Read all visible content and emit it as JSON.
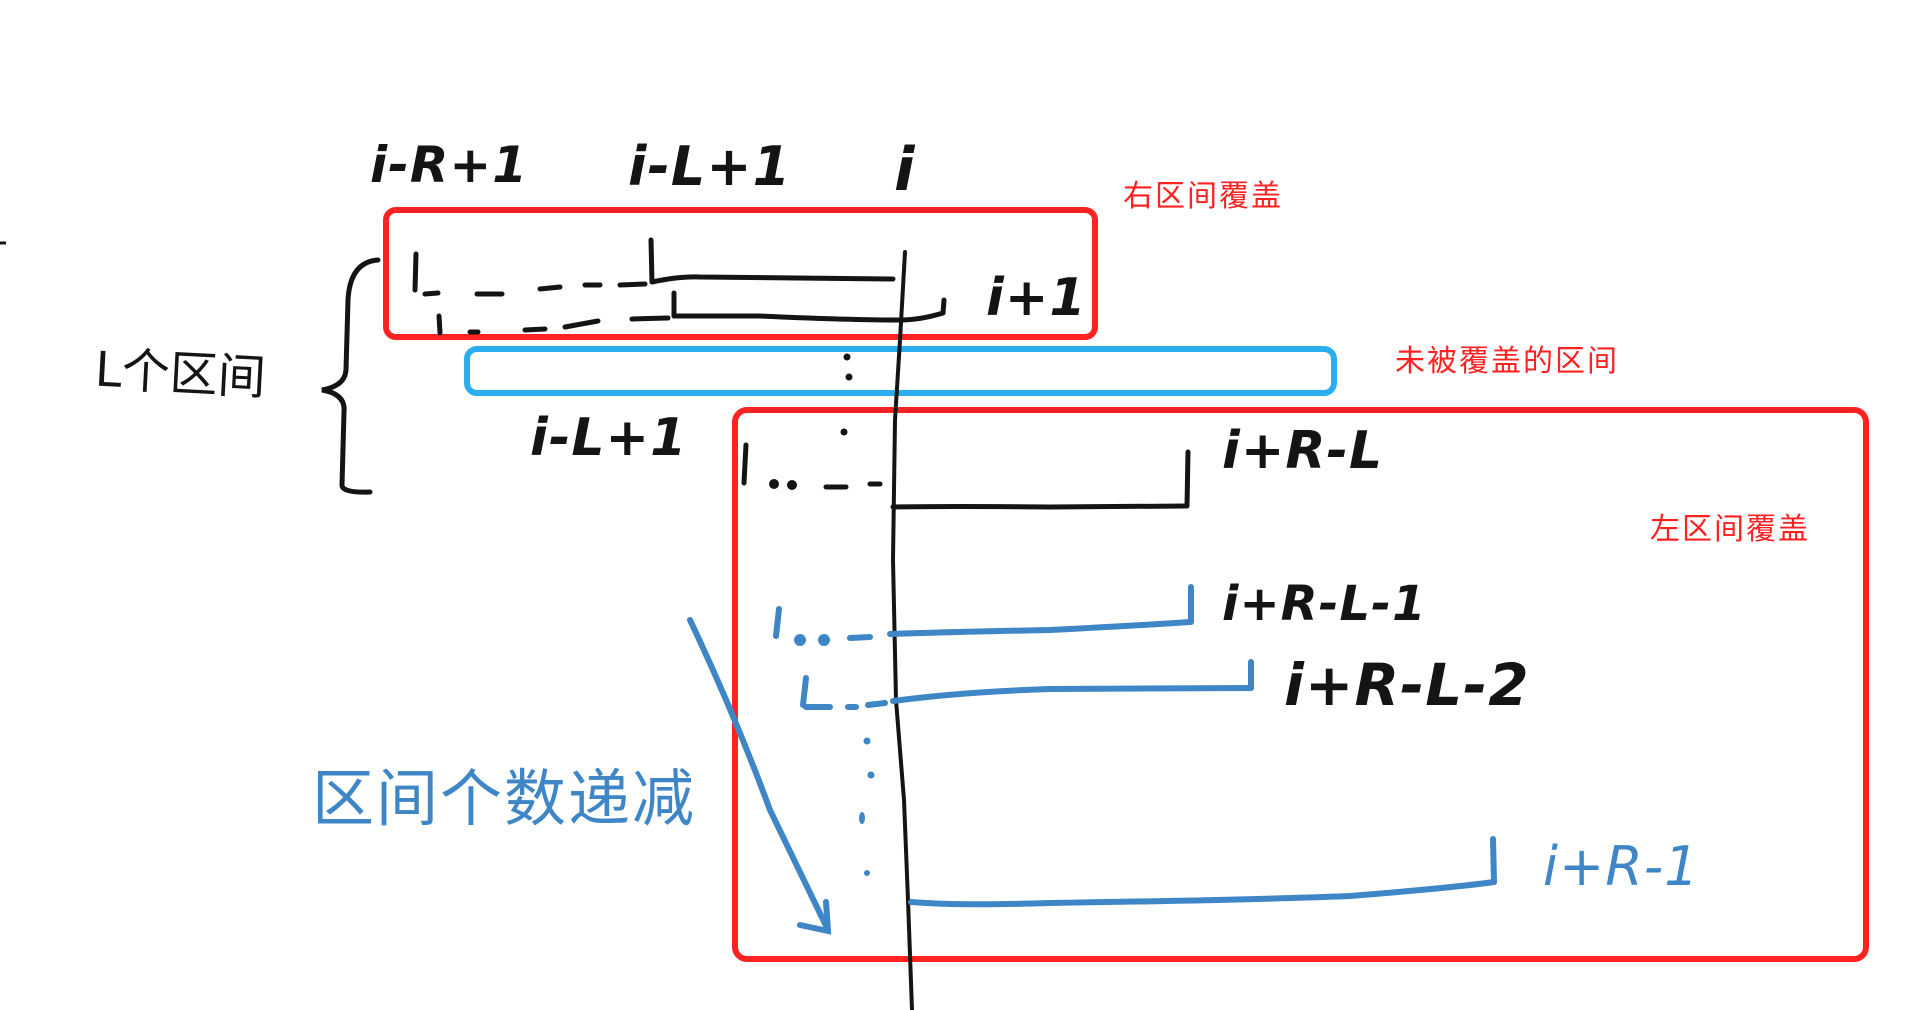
{
  "colors": {
    "background": "#ffffff",
    "ink_black": "#141414",
    "ink_blue": "#3f86c6",
    "box_red": "#ff2222",
    "box_blue": "#2aaef0",
    "annotation_red": "#ff2222"
  },
  "top_labels": {
    "i_minus_R_plus_1": "i-R+1",
    "i_minus_L_plus_1": "i-L+1",
    "i": "i"
  },
  "left_group": {
    "label": "L个区间"
  },
  "right_cover_box": {
    "annotation": "右区间覆盖",
    "end_label": "i+1"
  },
  "uncovered_box": {
    "annotation": "未被覆盖的区间"
  },
  "left_cover_box": {
    "annotation": "左区间覆盖",
    "start_label": "i-L+1",
    "intervals": [
      {
        "end_label": "i+R-L",
        "ink": "black"
      },
      {
        "end_label": "i+R-L-1",
        "ink": "blue"
      },
      {
        "end_label": "i+R-L-2",
        "ink": "blue"
      },
      {
        "end_label": "i+R-1",
        "ink": "blue"
      }
    ]
  },
  "decreasing_note": {
    "label": "区间个数递减"
  }
}
